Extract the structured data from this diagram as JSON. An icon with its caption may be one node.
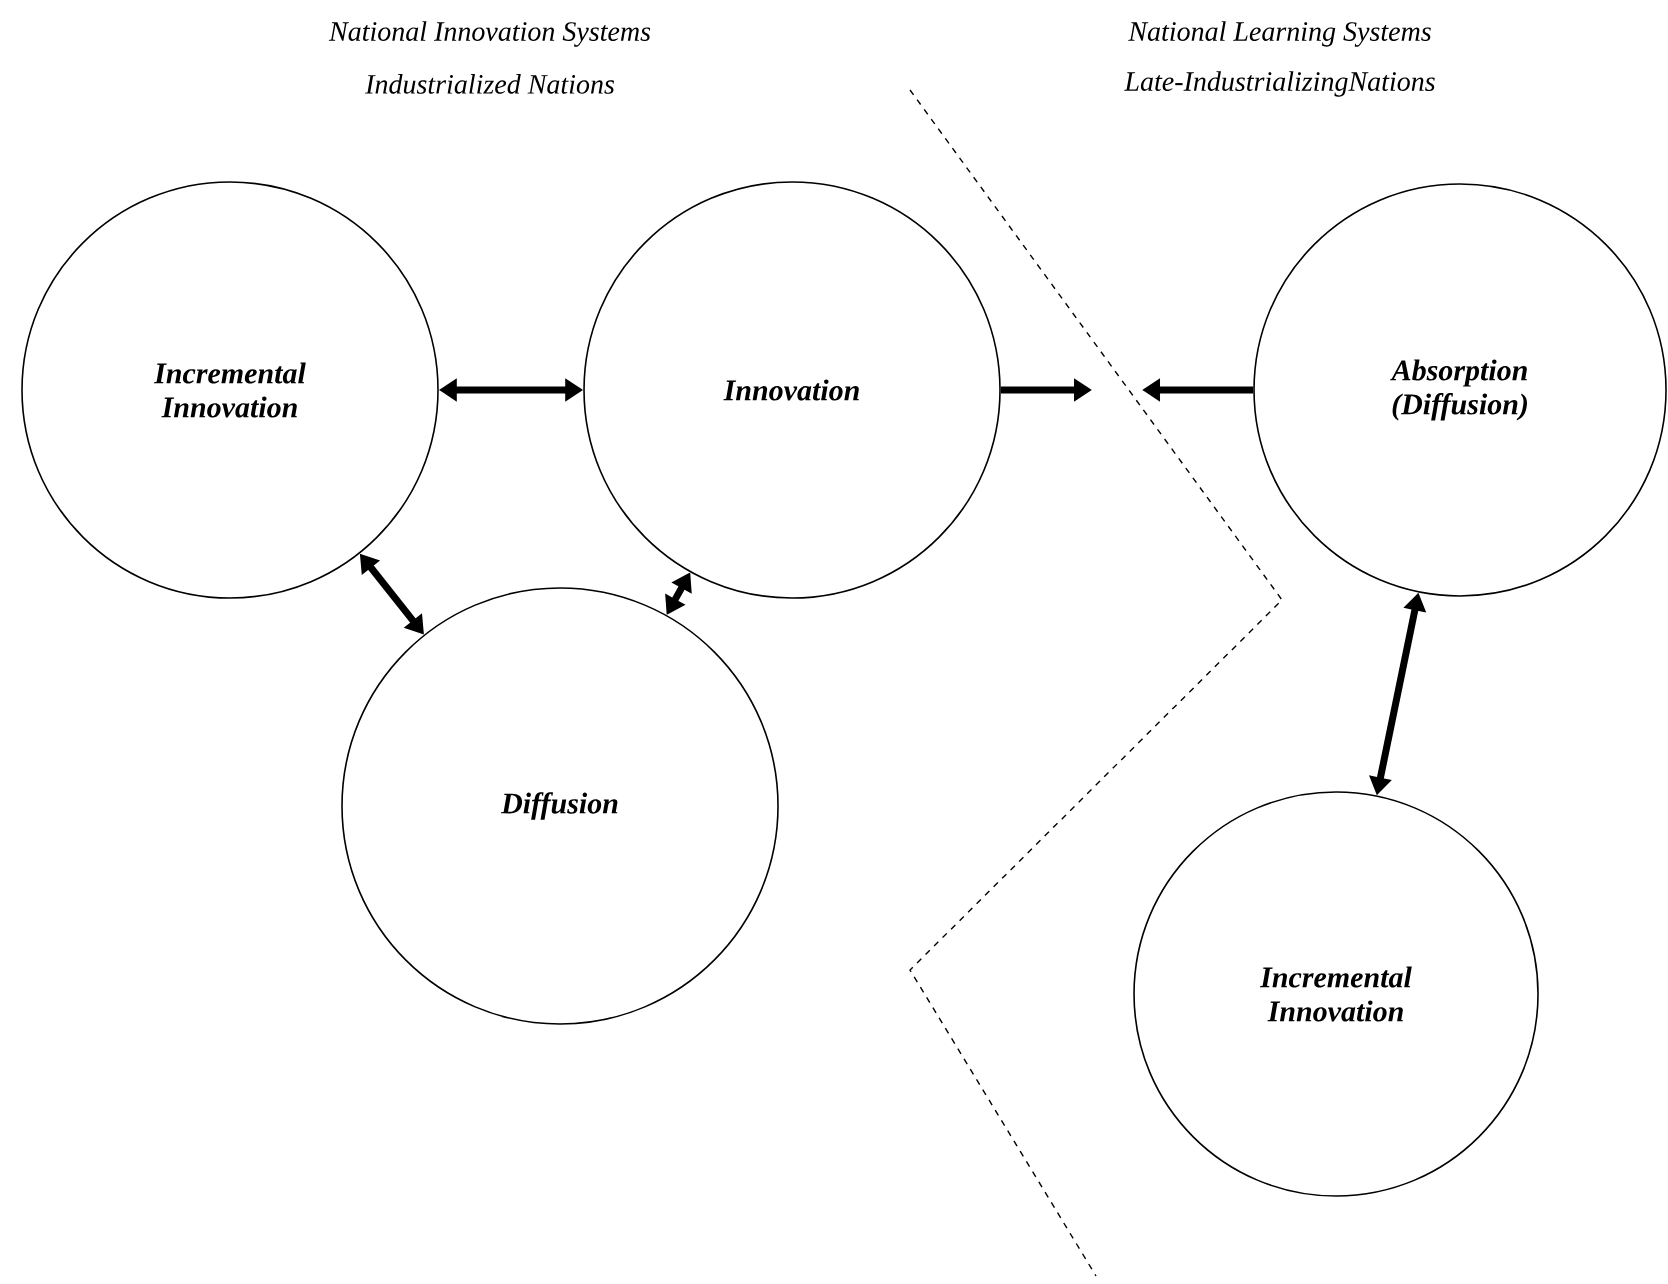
{
  "diagram": {
    "nodes": [
      {
        "text": [
          "Incremental Innovation"
        ]
      },
      {
        "text": [
          "Innovation"
        ]
      },
      {
        "text": [
          "Diffusion"
        ]
      },
      {
        "text": [
          "Absorption (Diffusion)"
        ]
      },
      {
        "text": [
          "Incremental Innovation"
        ]
      }
    ],
    "edges": [
      {
        "from": 0,
        "to": 1,
        "arrow": "both"
      },
      {
        "from": 0,
        "to": 2,
        "arrow": "both"
      },
      {
        "from": 1,
        "to": 2,
        "arrow": "both"
      },
      {
        "from": 1,
        "to": null,
        "arrow": "to"
      },
      {
        "from": 3,
        "to": null,
        "arrow": "to"
      },
      {
        "from": 3,
        "to": 4,
        "arrow": "both"
      }
    ],
    "labels": [
      "National Innovation Systems",
      "Industrialized Nations",
      "National Learning Systems",
      "Late-IndustrializingNations"
    ]
  }
}
